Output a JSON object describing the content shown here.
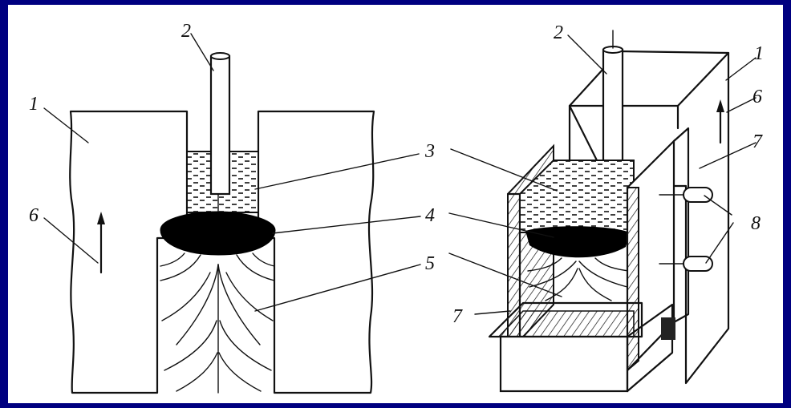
{
  "labels": {
    "left": {
      "l1": "1",
      "l2": "2",
      "l3": "3",
      "l4": "4",
      "l5": "5",
      "l6": "6"
    },
    "right": {
      "r1": "1",
      "r2": "2",
      "r6": "6",
      "r7a": "7",
      "r7b": "7",
      "r8": "8"
    }
  },
  "colors": {
    "frame": "#000080",
    "panel": "#ffffff",
    "ink": "#111111"
  }
}
